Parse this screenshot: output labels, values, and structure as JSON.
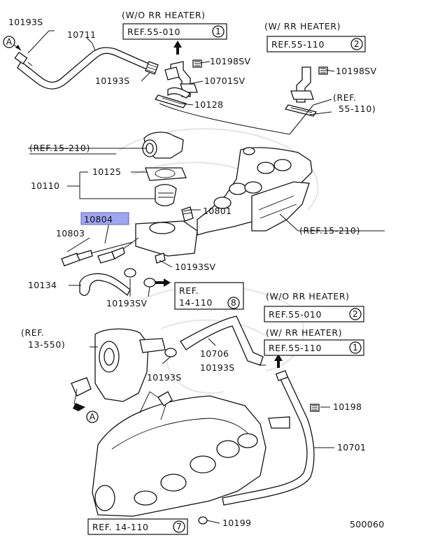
{
  "diagram": {
    "headers": {
      "wo_rr_heater_top": "(W/O RR HEATER)",
      "w_rr_heater_top": "(W/  RR HEATER)",
      "wo_rr_heater_mid": "(W/O RR HEATER)",
      "w_rr_heater_mid": "(W/  RR HEATER)"
    },
    "ref_boxes": {
      "ref_55_010_1": {
        "text": "REF.55-010",
        "circle": "1"
      },
      "ref_55_110_2": {
        "text": "REF.55-110",
        "circle": "2"
      },
      "ref_14_110_8": {
        "line1": "REF.",
        "line2": "14-110",
        "circle": "8"
      },
      "ref_55_010_2": {
        "text": "REF.55-010",
        "circle": "2"
      },
      "ref_55_110_1": {
        "text": "REF.55-110",
        "circle": "1"
      },
      "ref_14_110_7": {
        "text": "REF. 14-110",
        "circle": "7"
      }
    },
    "plain_refs": {
      "ref_55_110_paren_l1": "(REF.",
      "ref_55_110_paren_l2": "55-110)",
      "ref_15_210_left": "(REF.15-210)",
      "ref_15_210_right": "(REF.15-210)",
      "ref_13_550_l1": "(REF.",
      "ref_13_550_l2": "13-550)"
    },
    "part_labels": {
      "p10193S_top": "10193S",
      "p10711": "10711",
      "p10193S_mid": "10193S",
      "p10198SV_left": "10198SV",
      "p10701SV": "10701SV",
      "p10128": "10128",
      "p10198SV_right": "10198SV",
      "p10125": "10125",
      "p10110": "10110",
      "p10804": "10804",
      "p10801": "10801",
      "p10803": "10803",
      "p10193SV_right": "10193SV",
      "p10134": "10134",
      "p10193SV_bottom": "10193SV",
      "p10706": "10706",
      "p10193S_lower": "10193S",
      "p10193S_tb": "10193S",
      "p10198": "10198",
      "p10701": "10701",
      "p10199": "10199"
    },
    "circle_markers": {
      "a_top": "A",
      "a_bottom": "A"
    },
    "diagram_number": "500060",
    "colors": {
      "highlight_fill": "#9ea6f2",
      "line": "#111111",
      "background": "#ffffff"
    }
  }
}
